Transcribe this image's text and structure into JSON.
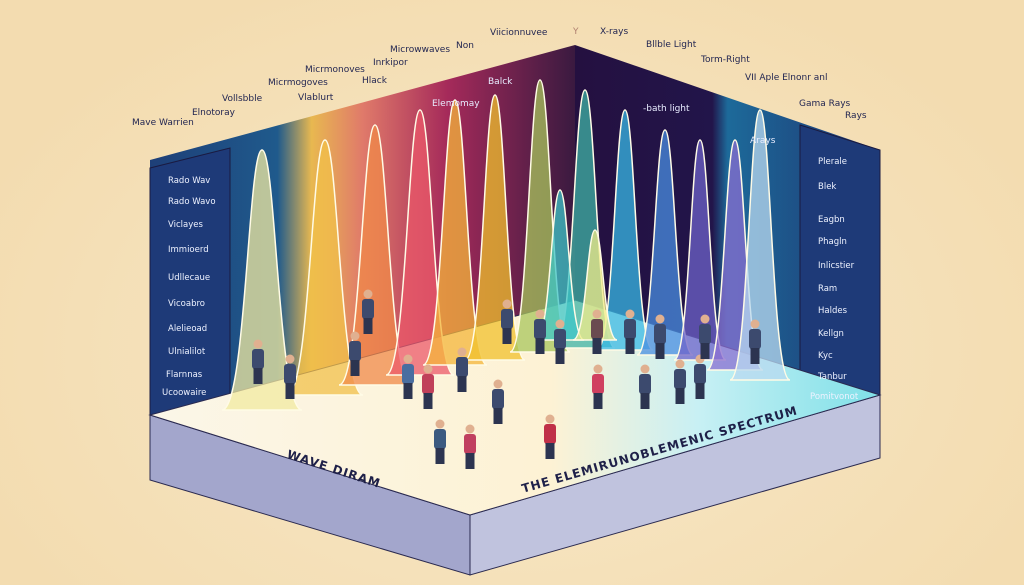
{
  "top_labels": [
    "Mave Warrien",
    "Elnotoray",
    "Vollsbble",
    "Micrmogoves",
    "Vlablurt",
    "Micrmonoves",
    "Hlack",
    "Inrkipor",
    "Microwwaves",
    "Non",
    "Viicionnuvee",
    "Y",
    "X-rays",
    "Bllble Light",
    "Torm-Right",
    "VII Aple Elnonr anl",
    "Gama Rays",
    "Rays"
  ],
  "inner_labels": [
    "Elemomay",
    "Balck",
    "-bath light",
    "Arays"
  ],
  "left_labels": [
    "Rado Wav",
    "Rado Wavo",
    "Viclayes",
    "Immioerd",
    "Udllecaue",
    "Vicoabro",
    "Alelieoad",
    "Ulnialilot",
    "Flarnnas",
    "Ucoowaire"
  ],
  "right_labels": [
    "Plerale",
    "Blek",
    "Eagbn",
    "Phagln",
    "Inlicstier",
    "Ram",
    "Haldes",
    "Kellgn",
    "Kyc",
    "Tanbur",
    "Pomitvonot"
  ],
  "base_labels": {
    "left": "WAVE DIRAM",
    "right": "THE ELEMIRUNOBLEMENIC SPECTRUM"
  },
  "colors": {
    "background": "#f4e0b8",
    "wall_dark": "#2a1846",
    "wall_blue": "#1e3f78",
    "floor": "#fbf6e8",
    "base_side": "#a9acd0",
    "spectrum": [
      "#f1e9a0",
      "#f2c04a",
      "#f08a48",
      "#ec5a6a",
      "#f4b63a",
      "#f0c02c",
      "#a8c65c",
      "#3fb3a6",
      "#38b8e6",
      "#4a8ee0",
      "#6d62c8",
      "#8a6dd0",
      "#b9d9f0",
      "#3cc6c8",
      "#f2ec8a"
    ]
  }
}
